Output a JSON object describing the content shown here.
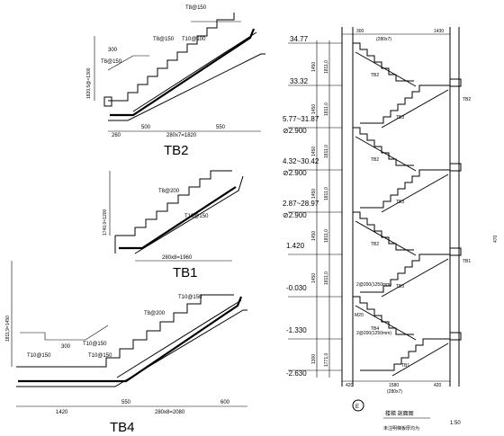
{
  "diagrams": {
    "tb2": {
      "title": "TB2",
      "labels": {
        "top_rebar": "T8@150",
        "rebar_a": "T8@150",
        "rebar_b": "T10@100",
        "dim_300": "300",
        "rebar_c": "T8@150",
        "height": "1820,5@=1300",
        "dim_260": "260",
        "dim_500": "500",
        "run": "280x7=1820",
        "dim_550": "550"
      }
    },
    "tb1": {
      "title": "TB1",
      "labels": {
        "rebar_a": "T8@200",
        "rebar_b": "T10@150",
        "height": "1740,0=1200",
        "run": "280x8=1960"
      }
    },
    "tb4": {
      "title": "TB4",
      "labels": {
        "rebar_a": "T10@150",
        "rebar_b": "T8@200",
        "dim_300": "300",
        "rebar_c": "T10@150",
        "rebar_d": "T10@150",
        "rebar_e": "T10@150",
        "height": "1811,9=1450",
        "dim_1420": "1420",
        "dim_550": "550",
        "run": "280x8=2080",
        "dim_600": "600"
      }
    },
    "section": {
      "elevations": [
        "34.77",
        "33.32",
        "5.77~31.87",
        "⊘2.900",
        "4.32~30.42",
        "⊘2.900",
        "2.87~28.97",
        "⊘2.900",
        "1.420",
        "-0.030",
        "-1.330",
        "-2.630"
      ],
      "flight_dims": [
        "1450",
        "1450",
        "1450",
        "1450",
        "1450",
        "1450",
        "1300"
      ],
      "step_dims": [
        "1811,0",
        "1811,0",
        "1811,0",
        "1811,0",
        "1811,0",
        "1811,0",
        "1771,0"
      ],
      "top_dims": [
        "300",
        "1430"
      ],
      "top_note": "(280x7)",
      "flight_tags": [
        "TB2",
        "TB3",
        "TB2",
        "TB3",
        "TB2",
        "TB3",
        "TB4",
        "TB1"
      ],
      "right_tags": [
        "TB2",
        "TB1"
      ],
      "beam_note_1": "2@200(1250mm)",
      "beam_note_2": "2@200(1250mm)",
      "mid_note": "M20",
      "bottom_dims": [
        "420",
        "1580",
        "420"
      ],
      "bottom_note": "(280x7)",
      "axis_label": "E",
      "caption": "楼梯 剖面图",
      "scale": "1:50",
      "subcaption": "未注明梯板厚均为",
      "edge_label": "470"
    }
  }
}
